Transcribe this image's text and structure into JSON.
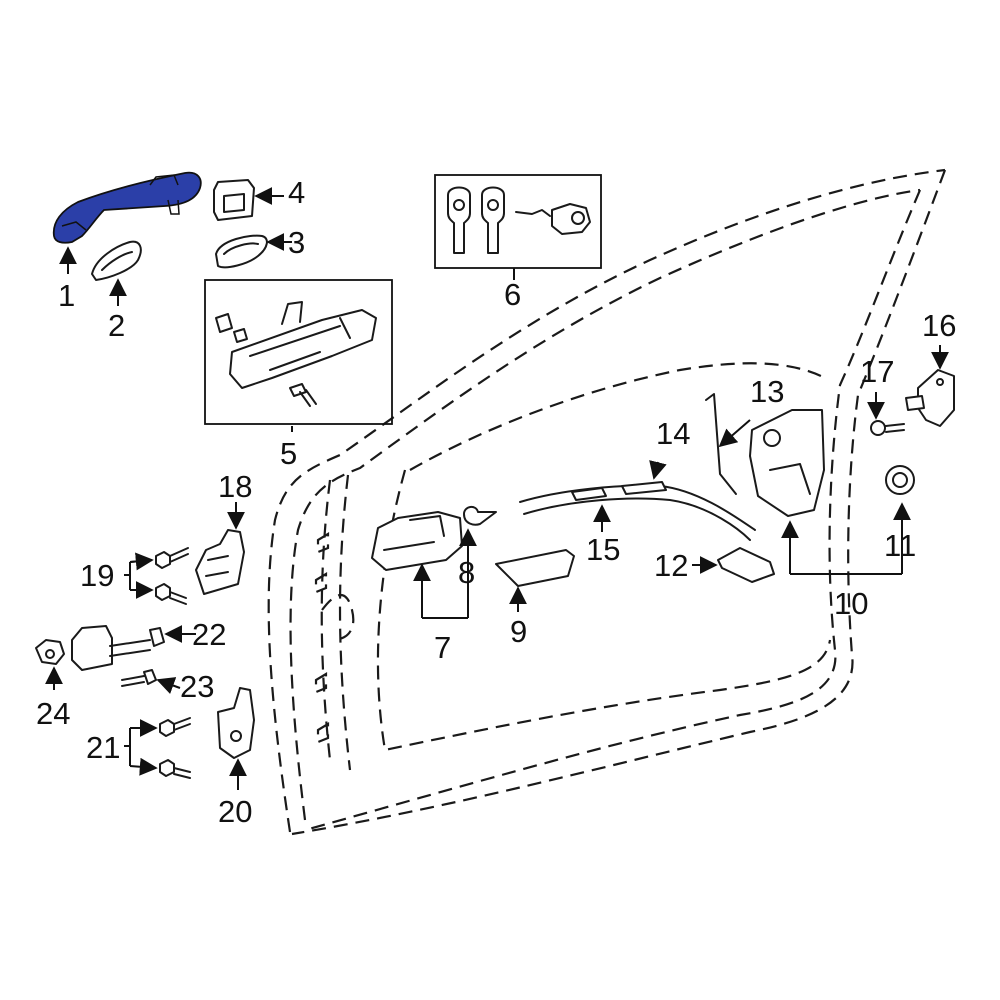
{
  "highlight_color": "#2b3fa8",
  "callouts": {
    "c1": "1",
    "c2": "2",
    "c3": "3",
    "c4": "4",
    "c5": "5",
    "c6": "6",
    "c7": "7",
    "c8": "8",
    "c9": "9",
    "c10": "10",
    "c11": "11",
    "c12": "12",
    "c13": "13",
    "c14": "14",
    "c15": "15",
    "c16": "16",
    "c17": "17",
    "c18": "18",
    "c19": "19",
    "c20": "20",
    "c21": "21",
    "c22": "22",
    "c23": "23",
    "c24": "24"
  }
}
